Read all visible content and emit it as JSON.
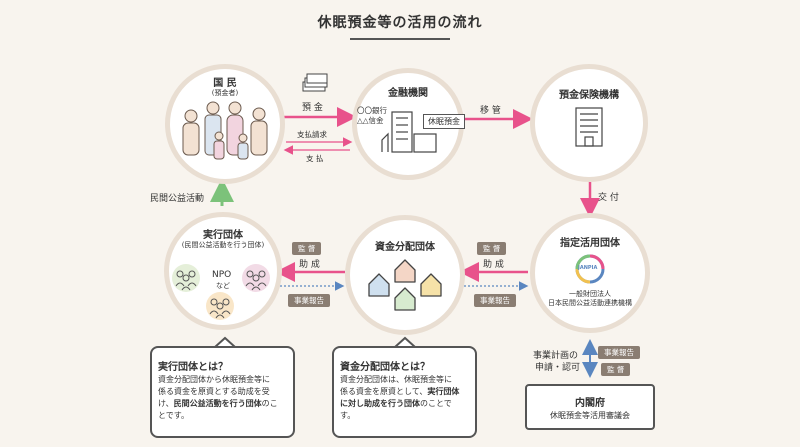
{
  "title": "休眠預金等の活用の流れ",
  "nodes": {
    "citizens": {
      "title": "国 民",
      "sub": "(預金者)"
    },
    "bank": {
      "title": "金融機関",
      "bank_line1": "〇〇銀行",
      "bank_line2": "△△信金",
      "dormant_tag": "休眠預金"
    },
    "dicj": {
      "title": "預金保険機構"
    },
    "designated": {
      "title": "指定活用団体",
      "logo_text": "JANPIA",
      "org_line1": "一般財団法人",
      "org_line2": "日本民間公益活動連携機構"
    },
    "distributor": {
      "title": "資金分配団体"
    },
    "executor": {
      "title": "実行団体",
      "sub": "(民間公益活動を行う団体)",
      "npo": "NPO",
      "nado": "など"
    },
    "cabinet": {
      "title": "内閣府",
      "sub": "休眠預金等活用審議会"
    }
  },
  "arrows": {
    "deposit": "預 金",
    "payment_request": "支払請求",
    "payment": "支 払",
    "transfer": "移 管",
    "grant": "交 付",
    "subsidy1": "助 成",
    "subsidy2": "助 成",
    "supervise1": "監 督",
    "supervise2": "監 督",
    "report1": "事業報告",
    "report2": "事業報告",
    "civic": "民間公益活動",
    "plan_line1": "事業計画の",
    "plan_line2": "申請・認可",
    "cab_report": "事業報告",
    "cab_supervise": "監 督"
  },
  "boxes": {
    "executor": {
      "title": "実行団体とは？",
      "line1": "資金分配団体から休眠預金等に",
      "line2": "係る資金を原資とする助成を受",
      "line3_pre": "け、",
      "line3_bold": "民間公益活動を行う団体",
      "line3_post": "のこ",
      "line4": "とです。"
    },
    "distributor": {
      "title": "資金分配団体とは？",
      "line1": "資金分配団体は、休眠預金等に",
      "line2_pre": "係る資金を原資として、",
      "line2_bold": "実行団体",
      "line3_bold": "に対し助成を行う団体",
      "line3_post": "のことで",
      "line4": "す。"
    }
  },
  "colors": {
    "pink": "#e8528b",
    "green": "#7cc27a",
    "blue": "#5a86c0",
    "tag_brown": "#8a7d72",
    "circle_border": "#e9ded2",
    "background": "#f8f4ee"
  }
}
